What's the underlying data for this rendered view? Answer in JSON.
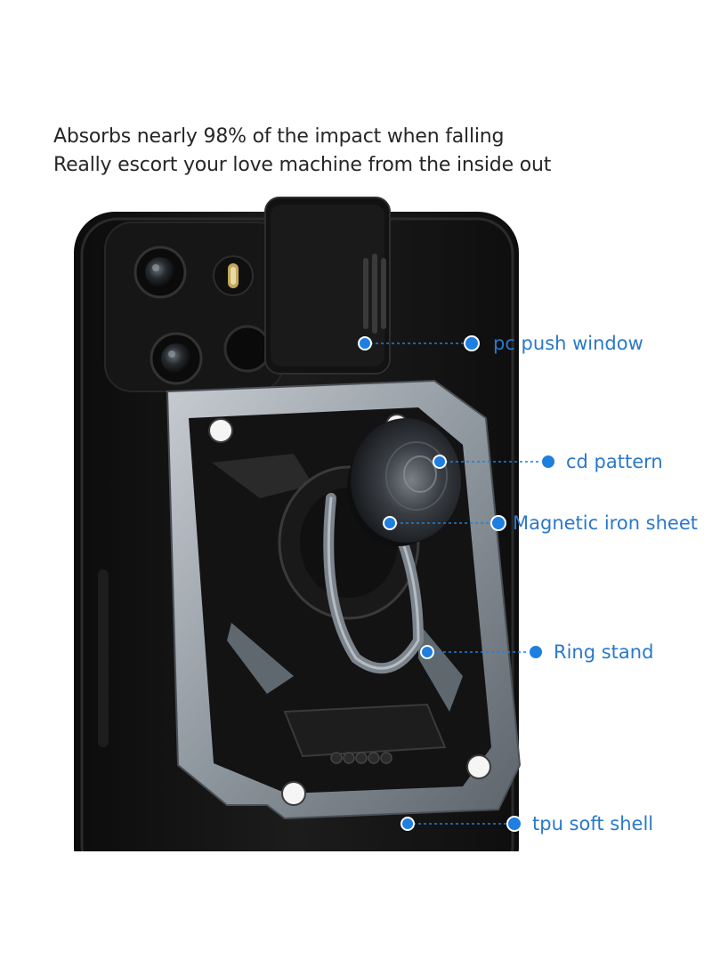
{
  "headline": {
    "line1": "Absorbs nearly 98% of the impact when falling",
    "line2": "Really escort your love machine from the inside out"
  },
  "callouts": [
    {
      "label": "pc push window"
    },
    {
      "label": "cd pattern"
    },
    {
      "label": "Magnetic iron sheet"
    },
    {
      "label": "Ring stand"
    },
    {
      "label": "tpu soft shell"
    }
  ],
  "colors": {
    "accent": "#1e7fe0",
    "label": "#2a78cc",
    "headline": "#262626",
    "case": "#141414",
    "bumper": "#9aa3ab"
  },
  "icons": {
    "callout_marker": "circle-dot-icon",
    "camera_lens": "camera-lens-icon",
    "flash": "flash-icon",
    "fingerprint": "fingerprint-icon"
  }
}
